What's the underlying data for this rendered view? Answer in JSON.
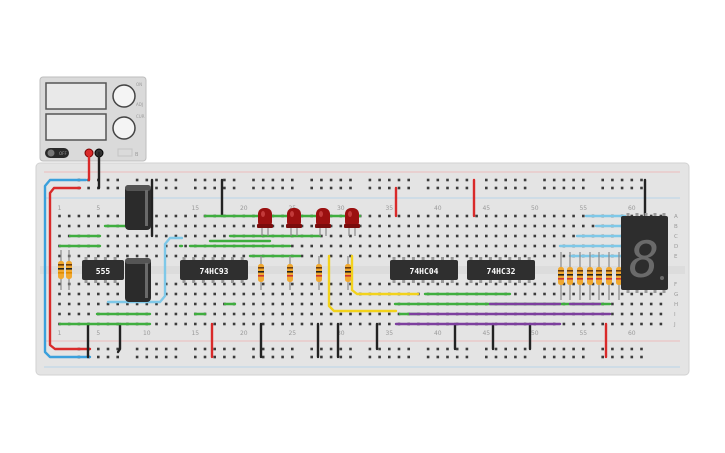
{
  "power_supply": {
    "knob_labels": [
      "ON",
      "ADJ",
      "CUR"
    ],
    "switch_label": "OFF",
    "brand_mark": "B"
  },
  "breadboard": {
    "column_labels_top": [
      "1",
      "5",
      "10",
      "15",
      "20",
      "25",
      "30",
      "35",
      "40",
      "45",
      "50",
      "55",
      "60"
    ],
    "column_labels_bottom": [
      "1",
      "5",
      "10",
      "15",
      "20",
      "25",
      "30",
      "35",
      "40",
      "45",
      "50",
      "55",
      "60"
    ],
    "row_labels_right": [
      "A",
      "B",
      "C",
      "D",
      "E",
      "F",
      "G",
      "H",
      "I",
      "J"
    ]
  },
  "chips": {
    "timer": "555",
    "counter": "74HC93",
    "inverter": "74HC04",
    "or_gate": "74HC32"
  },
  "display": {
    "digit": "8"
  },
  "colors": {
    "board": "#e4e4e4",
    "hole": "#3b3b3b",
    "chip": "#2f2f2f",
    "wire_red": "#d92a2a",
    "wire_blue": "#3aa0dc",
    "wire_lightblue": "#7ec8e8",
    "wire_green": "#3fae3f",
    "wire_black": "#222222",
    "wire_yellow": "#f2d21c",
    "wire_purple": "#7d3f9e",
    "led_red": "#9b1010",
    "resistor": "#f0a830"
  }
}
